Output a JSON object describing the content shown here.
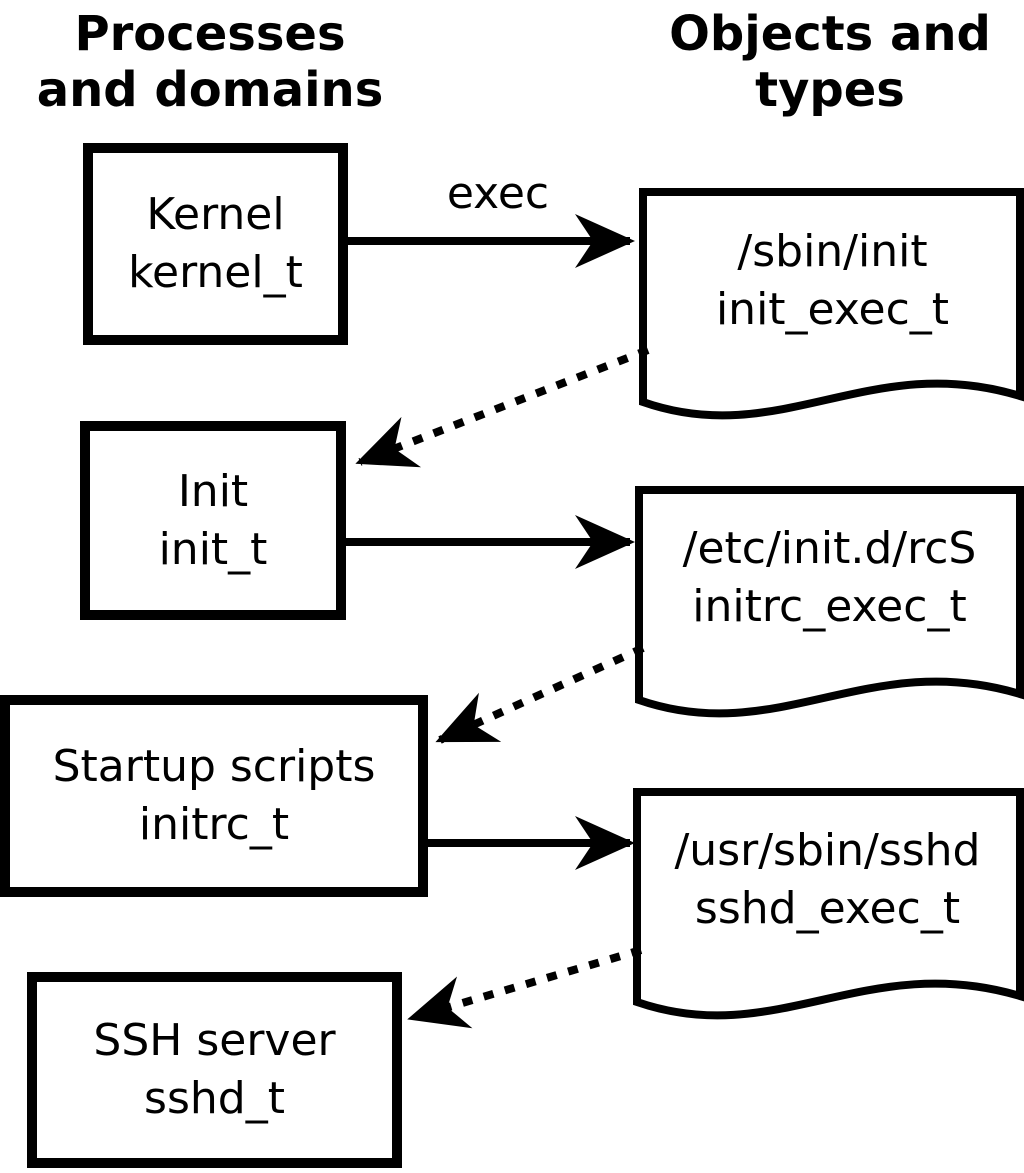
{
  "diagram": {
    "columns": {
      "left": {
        "line1": "Processes",
        "line2": "and domains"
      },
      "right": {
        "line1": "Objects and",
        "line2": "types"
      }
    },
    "processes": [
      {
        "name": "Kernel",
        "domain": "kernel_t"
      },
      {
        "name": "Init",
        "domain": "init_t"
      },
      {
        "name": "Startup scripts",
        "domain": "initrc_t"
      },
      {
        "name": "SSH server",
        "domain": "sshd_t"
      }
    ],
    "objects": [
      {
        "path": "/sbin/init",
        "type": "init_exec_t"
      },
      {
        "path": "/etc/init.d/rcS",
        "type": "initrc_exec_t"
      },
      {
        "path": "/usr/sbin/sshd",
        "type": "sshd_exec_t"
      }
    ],
    "labels": {
      "exec": "exec"
    },
    "colors": {
      "ink": "#000000",
      "background": "#ffffff"
    }
  }
}
